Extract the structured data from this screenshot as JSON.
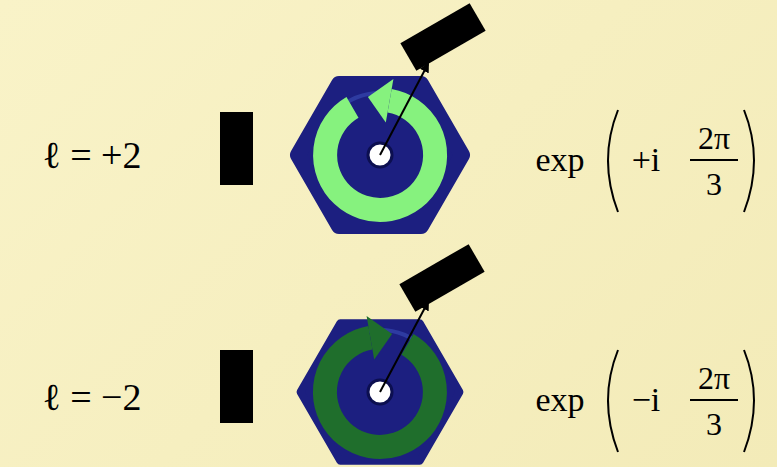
{
  "diagram": {
    "labels": [
      "ℓ = +2",
      "exp",
      "+i",
      "2π",
      "3",
      "ℓ = −2",
      "exp",
      "−i",
      "2π",
      "3"
    ]
  }
}
